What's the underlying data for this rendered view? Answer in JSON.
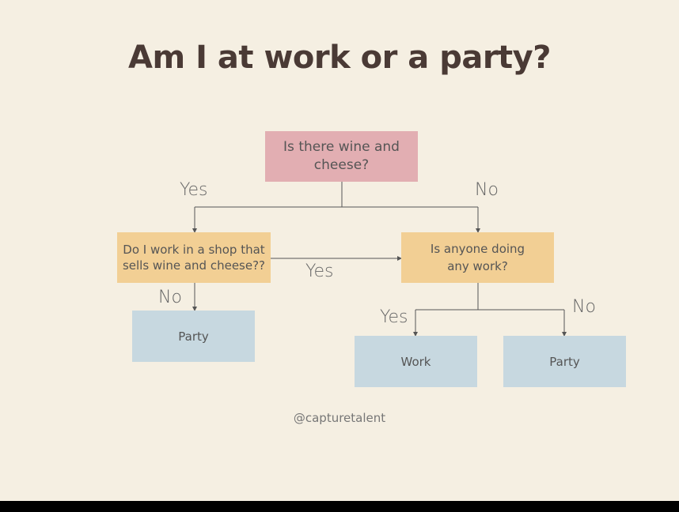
{
  "title": "Am I at work or a party?",
  "nodes": {
    "root": "Is there wine and cheese?",
    "shop": "Do I work in a shop that sells wine and cheese??",
    "anyone": "Is anyone doing any work?",
    "party_left": "Party",
    "work": "Work",
    "party_right": "Party"
  },
  "edges": {
    "root_yes": "Yes",
    "root_no": "No",
    "shop_yes": "Yes",
    "shop_no": "No",
    "anyone_yes": "Yes",
    "anyone_no": "No"
  },
  "credit": "@capturetalent",
  "colors": {
    "background": "#f5efe2",
    "title": "#4a3a35",
    "question_root": "#e2aeb2",
    "question": "#f2cf94",
    "answer": "#c7d8e0"
  }
}
